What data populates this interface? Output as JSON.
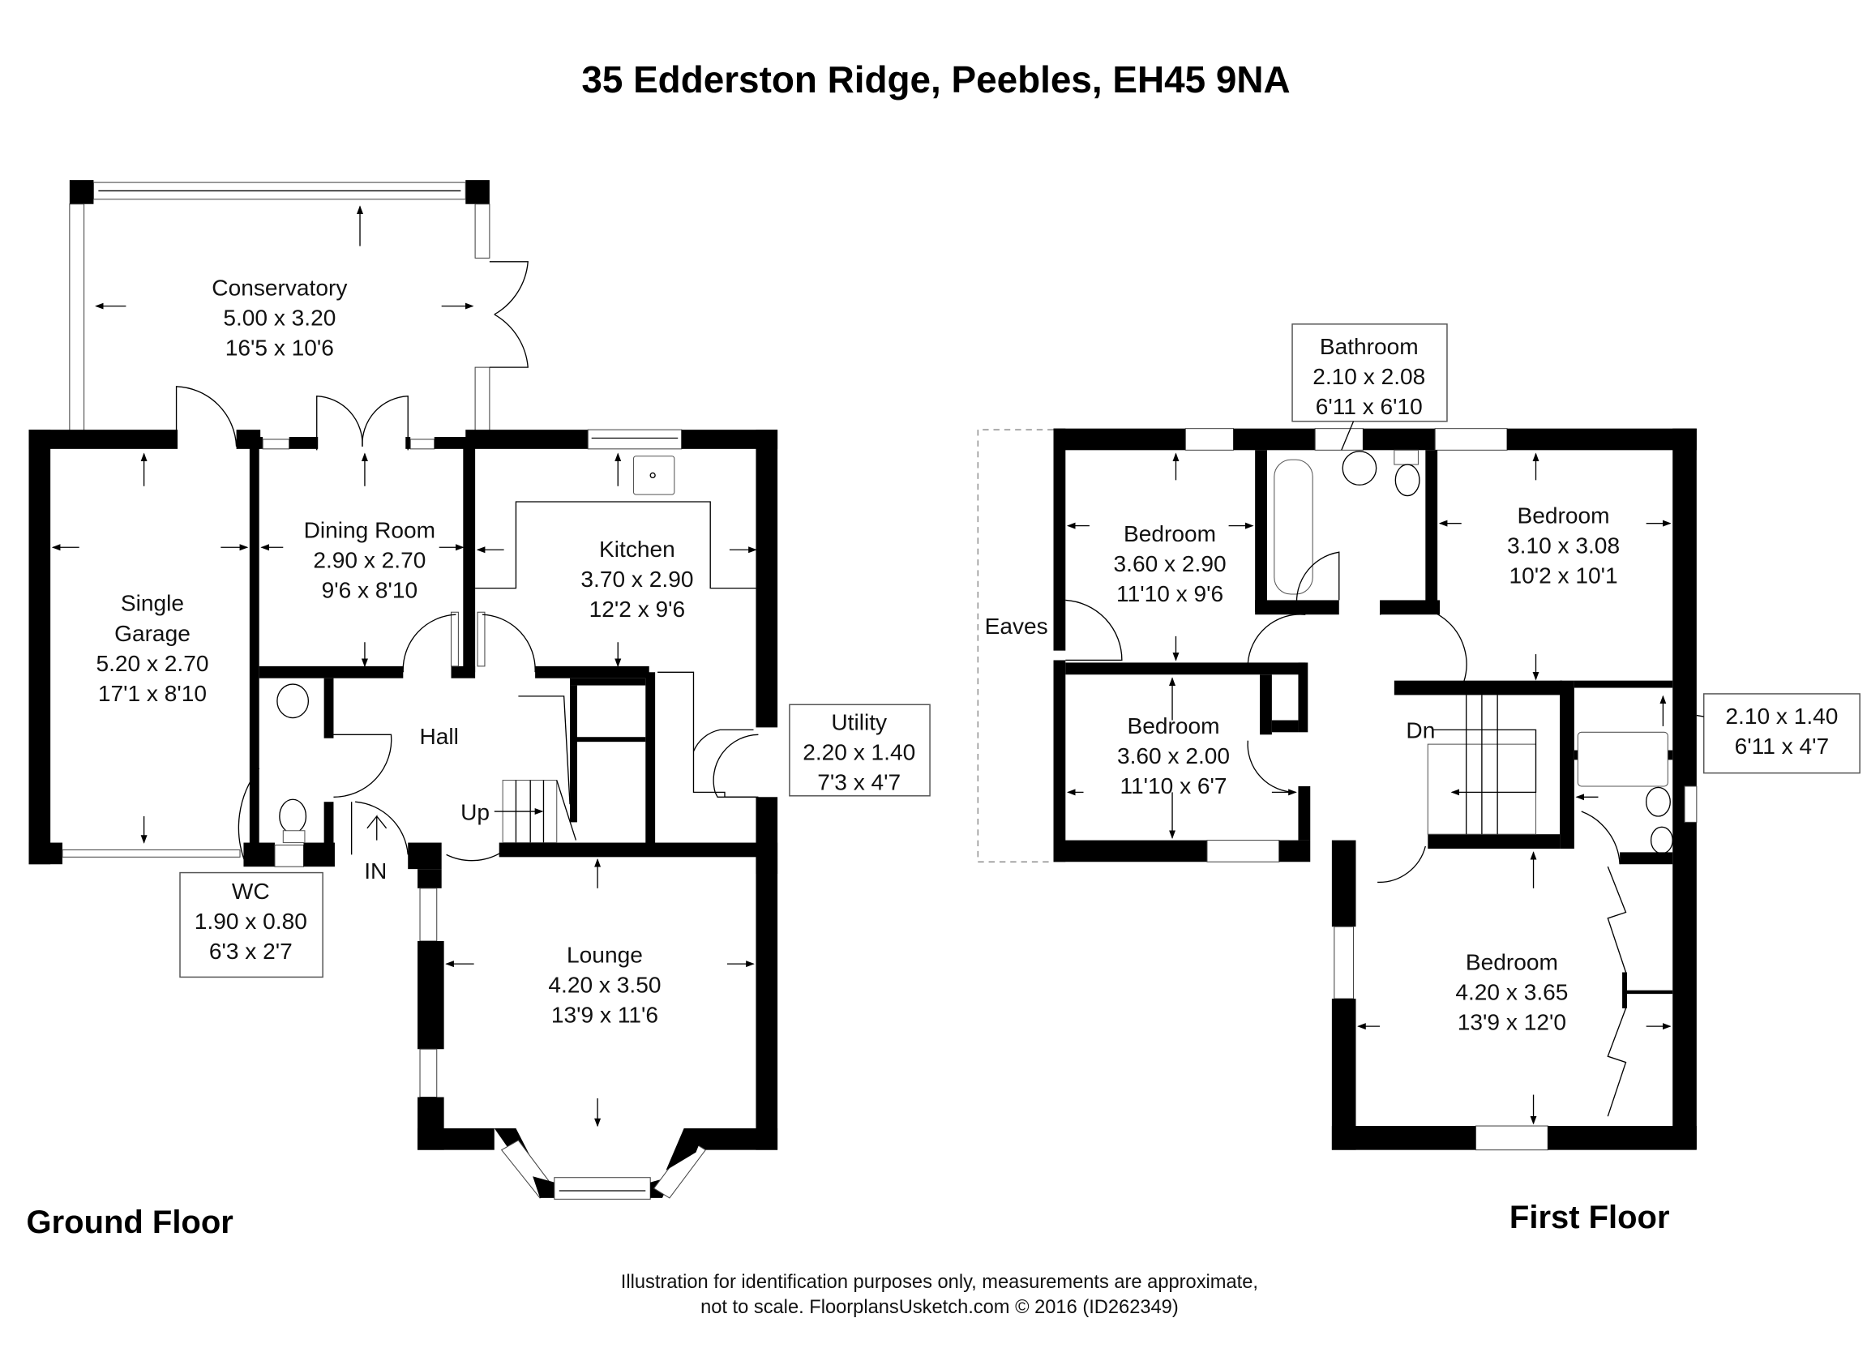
{
  "title": "35 Edderston Ridge, Peebles, EH45 9NA",
  "ground_floor": {
    "label": "Ground Floor",
    "rooms": [
      {
        "id": "conservatory",
        "name": "Conservatory",
        "metric": "5.00 x 3.20",
        "imperial": "16'5 x 10'6"
      },
      {
        "id": "garage",
        "name_line1": "Single",
        "name_line2": "Garage",
        "metric": "5.20 x 2.70",
        "imperial": "17'1 x 8'10"
      },
      {
        "id": "dining",
        "name": "Dining Room",
        "metric": "2.90 x 2.70",
        "imperial": "9'6 x 8'10"
      },
      {
        "id": "kitchen",
        "name": "Kitchen",
        "metric": "3.70 x 2.90",
        "imperial": "12'2 x 9'6"
      },
      {
        "id": "hall",
        "name": "Hall"
      },
      {
        "id": "utility",
        "name": "Utility",
        "metric": "2.20 x 1.40",
        "imperial": "7'3 x 4'7"
      },
      {
        "id": "wc",
        "name": "WC",
        "metric": "1.90 x 0.80",
        "imperial": "6'3 x 2'7"
      },
      {
        "id": "lounge",
        "name": "Lounge",
        "metric": "4.20 x 3.50",
        "imperial": "13'9 x 11'6"
      }
    ],
    "annotations": {
      "up": "Up",
      "entrance": "IN"
    }
  },
  "first_floor": {
    "label": "First Floor",
    "rooms": [
      {
        "id": "bathroom",
        "name": "Bathroom",
        "metric": "2.10 x 2.08",
        "imperial": "6'11 x 6'10"
      },
      {
        "id": "bed1",
        "name": "Bedroom",
        "metric": "3.60 x 2.90",
        "imperial": "11'10 x 9'6"
      },
      {
        "id": "bed2",
        "name": "Bedroom",
        "metric": "3.10 x 3.08",
        "imperial": "10'2 x 10'1"
      },
      {
        "id": "bed3",
        "name": "Bedroom",
        "metric": "3.60 x 2.00",
        "imperial": "11'10 x 6'7"
      },
      {
        "id": "ensuite",
        "metric": "2.10 x 1.40",
        "imperial": "6'11 x 4'7"
      },
      {
        "id": "bed4",
        "name": "Bedroom",
        "metric": "4.20 x 3.65",
        "imperial": "13'9 x 12'0"
      }
    ],
    "annotations": {
      "eaves": "Eaves",
      "down": "Dn"
    }
  },
  "footer": {
    "line1": "Illustration for identification purposes only, measurements are approximate,",
    "line2": "not to scale. FloorplansUsketch.com © 2016 (ID262349)"
  }
}
